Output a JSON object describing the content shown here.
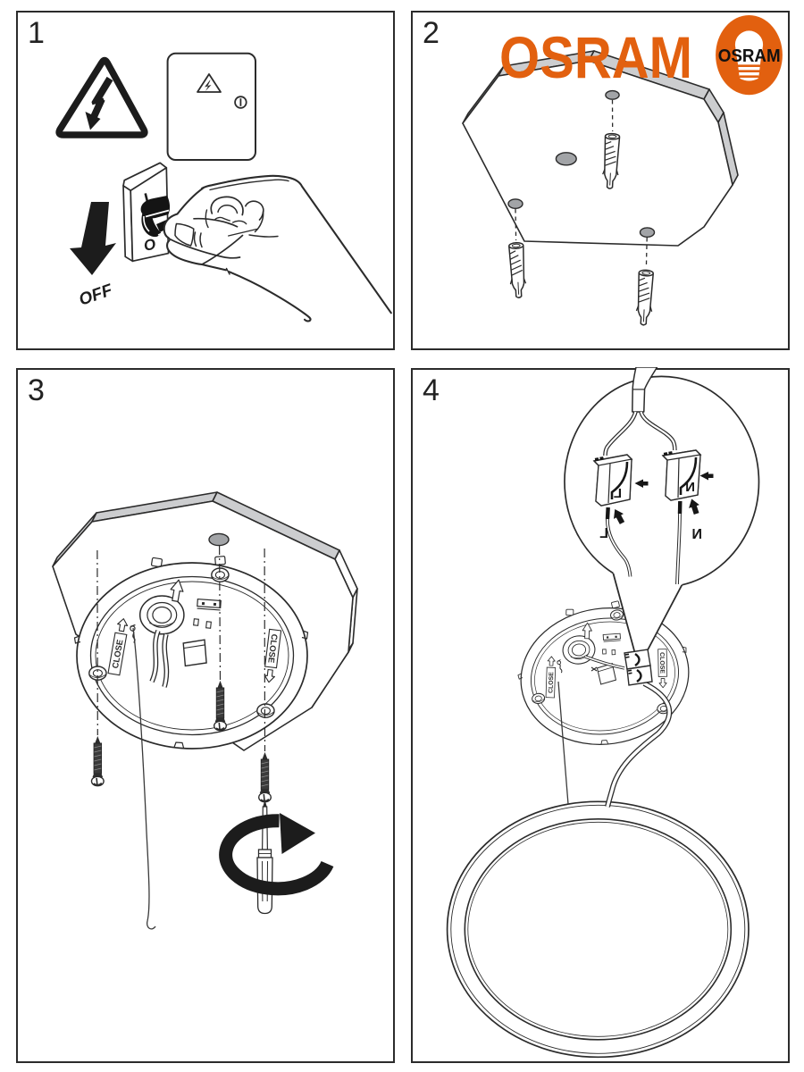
{
  "page": {
    "background_color": "#ffffff",
    "line_color": "#2b2b2b",
    "accent_orange": "#e2600f",
    "slab_gray": "#cccdcf",
    "hole_gray": "#a2a4a7"
  },
  "brand": {
    "wordmark": "OSRAM",
    "logo_text": "OSRAM"
  },
  "panels": [
    {
      "number": "1",
      "name": "switch-power-off",
      "labels": {
        "switch_on": "I",
        "switch_off": "O",
        "action": "OFF"
      }
    },
    {
      "number": "2",
      "name": "drill-holes-insert-wall-plugs",
      "labels": {}
    },
    {
      "number": "3",
      "name": "screw-base-plate-to-ceiling",
      "labels": {
        "close_left": "CLOSE",
        "close_right": "CLOSE"
      }
    },
    {
      "number": "4",
      "name": "connect-wires-attach-luminaire",
      "labels": {
        "live_terminal": "L",
        "neutral_terminal": "N",
        "live_wire": "L",
        "neutral_wire": "N"
      }
    }
  ]
}
